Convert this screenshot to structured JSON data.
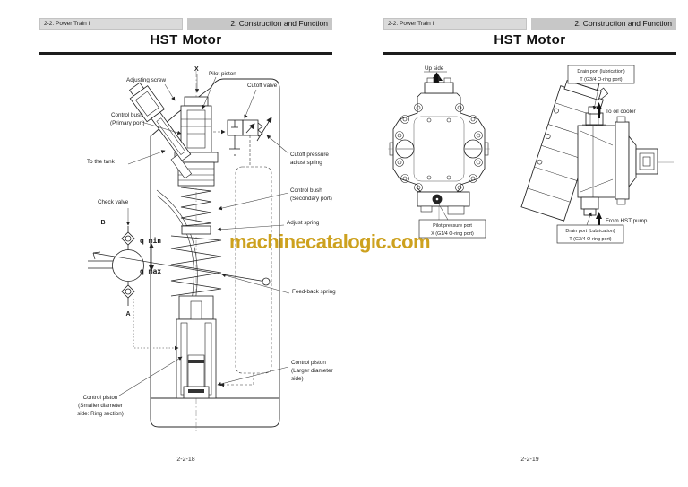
{
  "watermark": {
    "text": "machinecatalogic.com",
    "color": "#CDA11E"
  },
  "page_left": {
    "header_left": "2-2. Power Train I",
    "header_right": "2. Construction and Function",
    "title": "HST Motor",
    "footer": "2-2-18",
    "labels": {
      "adjusting_screw": "Adjusting screw",
      "port_x": "X",
      "pilot_piston": "Pilot piston",
      "cutoff_valve": "Cutoff valve",
      "control_bush_primary_l1": "Control bush",
      "control_bush_primary_l2": "(Primary port)",
      "to_the_tank": "To the tank",
      "check_valve": "Check valve",
      "port_b": "B",
      "q_min": "q min",
      "q_max": "q max",
      "port_a": "A",
      "cutoff_pressure_spring_l1": "Cutoff pressure",
      "cutoff_pressure_spring_l2": "adjust spring",
      "control_bush_secondary_l1": "Control bush",
      "control_bush_secondary_l2": "(Secondary port)",
      "adjust_spring": "Adjust spring",
      "feedback_spring": "Feed-back spring",
      "control_piston_larger_l1": "Control piston",
      "control_piston_larger_l2": "(Larger diameter",
      "control_piston_larger_l3": "side)",
      "control_piston_smaller_l1": "Control piston",
      "control_piston_smaller_l2": "(Smaller diameter",
      "control_piston_smaller_l3": "side: Ring section)"
    }
  },
  "page_right": {
    "header_left": "2-2. Power Train I",
    "header_right": "2. Construction and Function",
    "title": "HST Motor",
    "footer": "2-2-19",
    "labels": {
      "up_side": "Up side",
      "drain_port_top_l1": "Drain port (lubrication)",
      "drain_port_top_l2": "T (G3/4 O-ring port)",
      "to_oil_cooler": "To oil cooler",
      "pilot_pressure_port_l1": "Pilot pressure port",
      "pilot_pressure_port_l2": "X (G1/4 O-ring port)",
      "from_hst_pump": "From HST pump",
      "drain_port_bottom_l1": "Drain port (Lubrication)",
      "drain_port_bottom_l2": "T (G3/4 O-ring port)"
    }
  }
}
